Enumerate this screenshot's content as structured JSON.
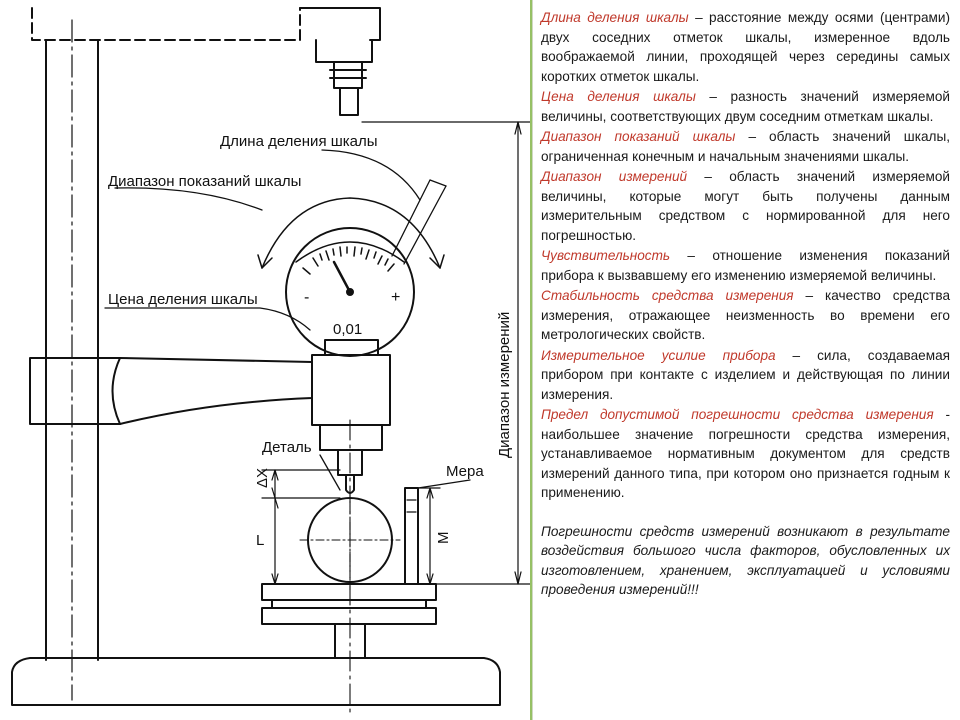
{
  "diagram": {
    "labels": {
      "scale_division_length": "Длина деления шкалы",
      "indication_range": "Диапазон показаний шкалы",
      "division_value": "Цена деления шкалы",
      "division_value_number": "0,01",
      "minus_sign": "-",
      "plus_sign": "+",
      "part": "Деталь",
      "gauge_block": "Мера",
      "measurement_range": "Диапазон измерений",
      "dimension_L": "L",
      "dimension_M": "M",
      "dimension_dx": "ΔX"
    }
  },
  "definitions": [
    {
      "term": "Длина деления шкалы",
      "text": " – расстояние между осями (центрами) двух соседних отметок шкалы, измеренное вдоль воображаемой линии, проходящей через середины самых коротких отметок шкалы."
    },
    {
      "term": "Цена деления шкалы",
      "text": " – разность значений измеряемой величины, соответствующих двум соседним отметкам шкалы."
    },
    {
      "term": "Диапазон показаний шкалы",
      "text": " – область значений шкалы, ограниченная конечным и начальным значениями шкалы."
    },
    {
      "term": "Диапазон измерений",
      "text": " – область значений измеряемой величины, которые могут быть получены данным измерительным средством с нормированной для него погрешностью."
    },
    {
      "term": "Чувствительность",
      "text": " – отношение изменения показаний прибора к вызвавшему его изменению измеряемой величины."
    },
    {
      "term": "Стабильность средства измерения",
      "text": " – качество средства измерения, отражающее неизменность во времени его метрологических свойств."
    },
    {
      "term": "Измерительное усилие прибора",
      "text": " – сила, создаваемая прибором при контакте с изделием и действующая по линии измерения."
    },
    {
      "term": "Предел допустимой погрешности средства измерения",
      "text": " - наибольшее значение погрешности средства измерения, устанавливаемое нормативным документом для средств измерений данного типа, при котором оно признается годным к применению."
    }
  ],
  "conclusion": "Погрешности средств измерений возникают в результате воздействия большого числа факторов, обусловленных их изготовлением, хранением, эксплуатацией и условиями проведения измерений!!!",
  "colors": {
    "term": "#c0392b",
    "background_green": "#8fbf5a"
  }
}
